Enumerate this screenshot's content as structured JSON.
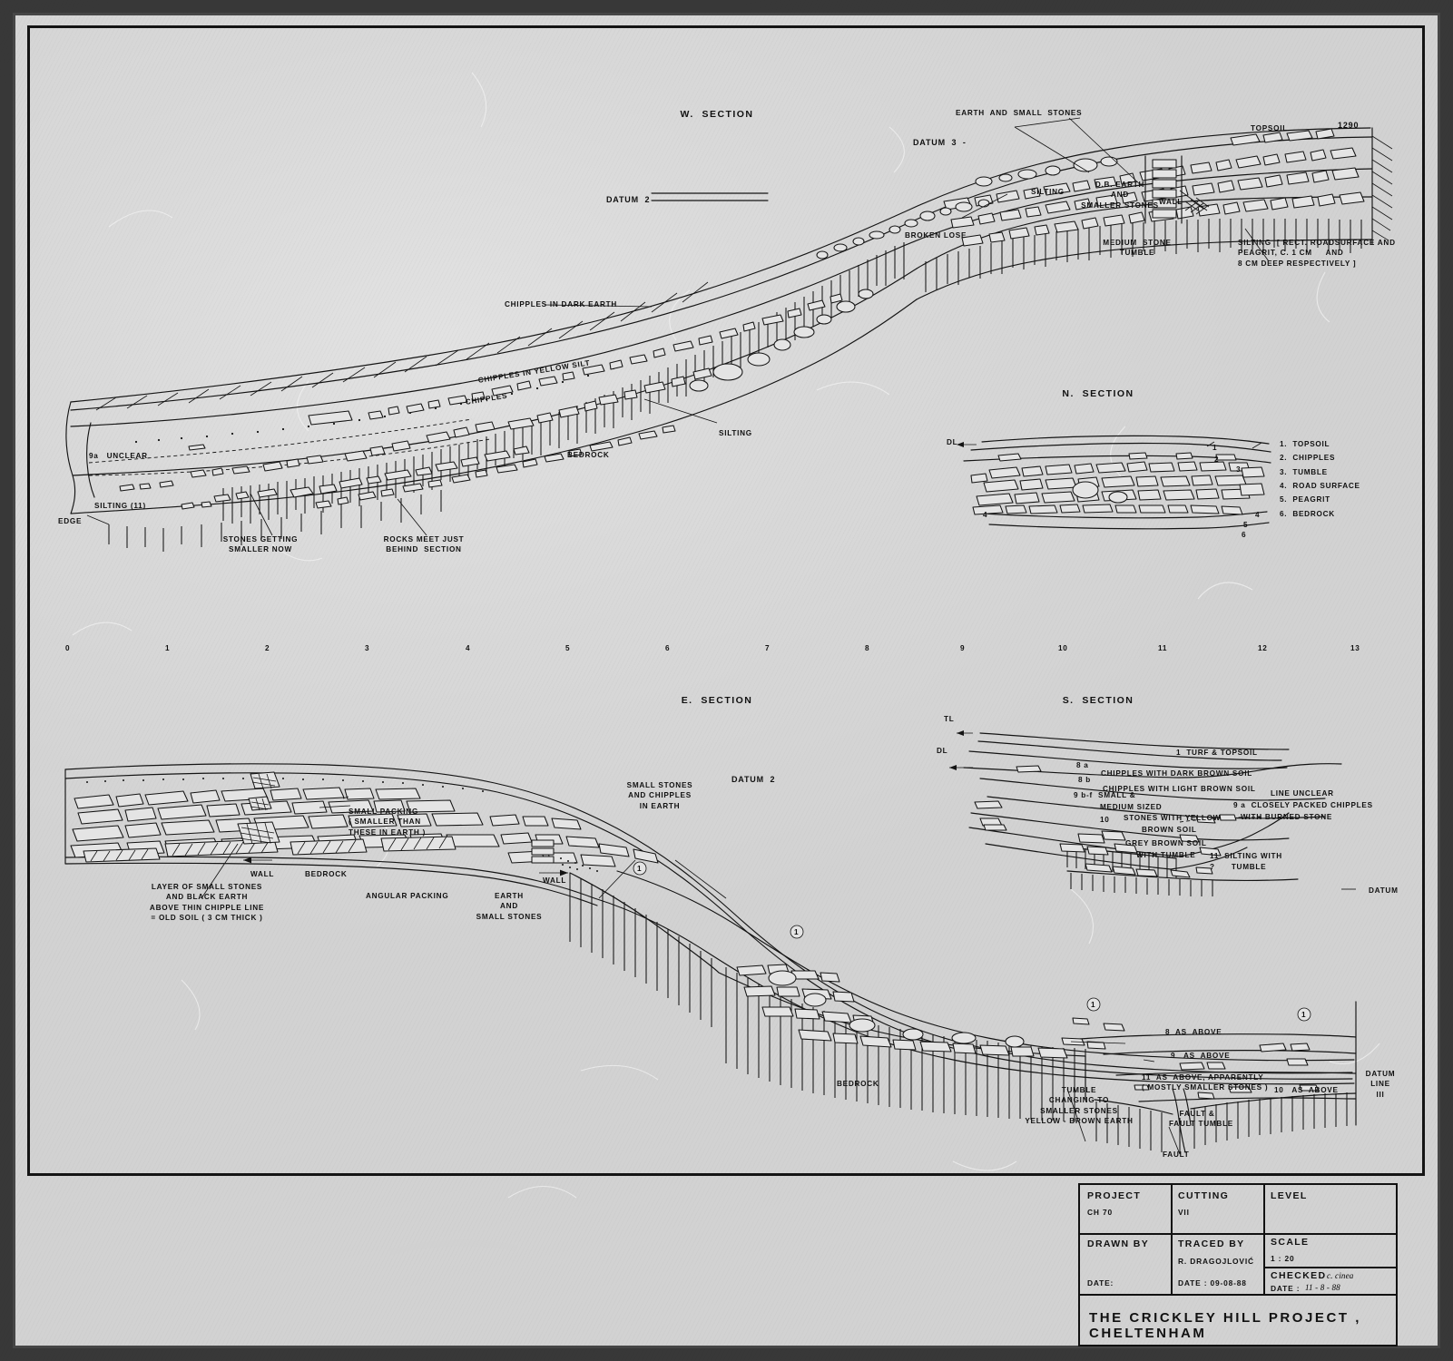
{
  "sheet": {
    "drawing_type": "archaeological-section-drawing",
    "title_block": {
      "project_label": "PROJECT",
      "project_value": "CH 70",
      "cutting_label": "CUTTING",
      "cutting_value": "VII",
      "level_label": "LEVEL",
      "level_value": "",
      "drawn_by_label": "DRAWN  BY",
      "drawn_by_value": "",
      "drawn_date_label": "DATE:",
      "drawn_date_value": "",
      "traced_by_label": "TRACED  BY",
      "traced_by_value": "R. DRAGOJLOVIĆ",
      "traced_date_label": "DATE : 09-08-88",
      "scale_label": "SCALE",
      "scale_value": "1  :  20",
      "checked_label": "CHECKED",
      "checked_value": "c. cinea",
      "checked_date_label": "DATE :",
      "checked_date_value": "11 - 8 - 88",
      "sheet_title": "THE  CRICKLEY  HILL  PROJECT ,  CHELTENHAM"
    },
    "sections": {
      "west": {
        "heading": "W.  SECTION",
        "datum2": "DATUM  2",
        "datum3": "DATUM  3  -",
        "level_mark": "1290",
        "labels": [
          "EARTH  AND  SMALL  STONES",
          "TOPSOIL",
          "SILTING",
          "D.B. EARTH\nAND\nSMALLER STONES",
          "WALL",
          "MEDIUM  STONE\nTUMBLE",
          "SILTING  [ RECT. ROADSURFACE AND\nPEAGRIT, C. 1 CM     AND\n8 CM DEEP RESPECTIVELY ]",
          "BROKEN LOSE",
          "CHIPPLES IN DARK EARTH",
          "CHIPPLES IN YELLOW SILT",
          "CHIPPLES",
          "SILTING",
          "BEDROCK",
          "9a   UNCLEAR",
          "SILTING (11)",
          "EDGE",
          "STONES GETTING\nSMALLER NOW",
          "ROCKS MEET JUST\nBEHIND  SECTION"
        ]
      },
      "north": {
        "heading": "N.  SECTION",
        "datum_mark": "DL",
        "key": [
          "1.  TOPSOIL",
          "2.  CHIPPLES",
          "3.  TUMBLE",
          "4.  ROAD SURFACE",
          "5.  PEAGRIT",
          "6.  BEDROCK"
        ],
        "inline_numbers": [
          "1",
          "2",
          "3",
          "4",
          "4",
          "5",
          "6"
        ]
      },
      "east": {
        "heading": "E.  SECTION",
        "datum2": "DATUM  2",
        "labels": [
          "SMALL PACKING\n( SMALLER THAN\nTHESE IN EARTH )",
          "LAYER OF SMALL STONES\nAND BLACK EARTH\nABOVE THIN CHIPPLE LINE\n= OLD SOIL ( 3 CM THICK )",
          "WALL",
          "BEDROCK",
          "ANGULAR PACKING",
          "EARTH\nAND\nSMALL STONES",
          "WALL",
          "SMALL STONES\nAND CHIPPLES\nIN EARTH",
          "BEDROCK",
          "TUMBLE\nCHANGING TO\nSMALLER STONES\nYELLOW - BROWN EARTH",
          "8  AS  ABOVE",
          "9   AS  ABOVE",
          "11  AS  ABOVE, APPARENTLY\n( MOSTLY SMALLER STONES )",
          "10   AS  ABOVE",
          "FAULT &\nFAULT TUMBLE",
          "FAULT",
          "DATUM\nLINE\nIII"
        ],
        "context_markers": [
          "1",
          "1",
          "1",
          "1"
        ]
      },
      "south": {
        "heading": "S.  SECTION",
        "tl_mark": "TL",
        "dl_mark": "DL",
        "datum_mark": "DATUM",
        "labels": [
          "1  TURF & TOPSOIL",
          "8 a",
          "CHIPPLES WITH DARK BROWN SOIL",
          "8 b",
          "CHIPPLES WITH LIGHT BROWN SOIL",
          "LINE UNCLEAR",
          "9 b-f  SMALL &",
          "MEDIUM SIZED",
          "9 a  CLOSELY PACKED CHIPPLES",
          "WITH BURNED STONE",
          "10",
          "STONES WITH YELLOW",
          "BROWN SOIL",
          "GREY BROWN SOIL",
          "WITH TUMBLE",
          "11  SILTING WITH",
          "?      TUMBLE"
        ]
      }
    },
    "scale_bar": {
      "ticks": [
        "0",
        "1",
        "2",
        "3",
        "4",
        "5",
        "6",
        "7",
        "8",
        "9",
        "10",
        "11",
        "12",
        "13"
      ]
    }
  }
}
